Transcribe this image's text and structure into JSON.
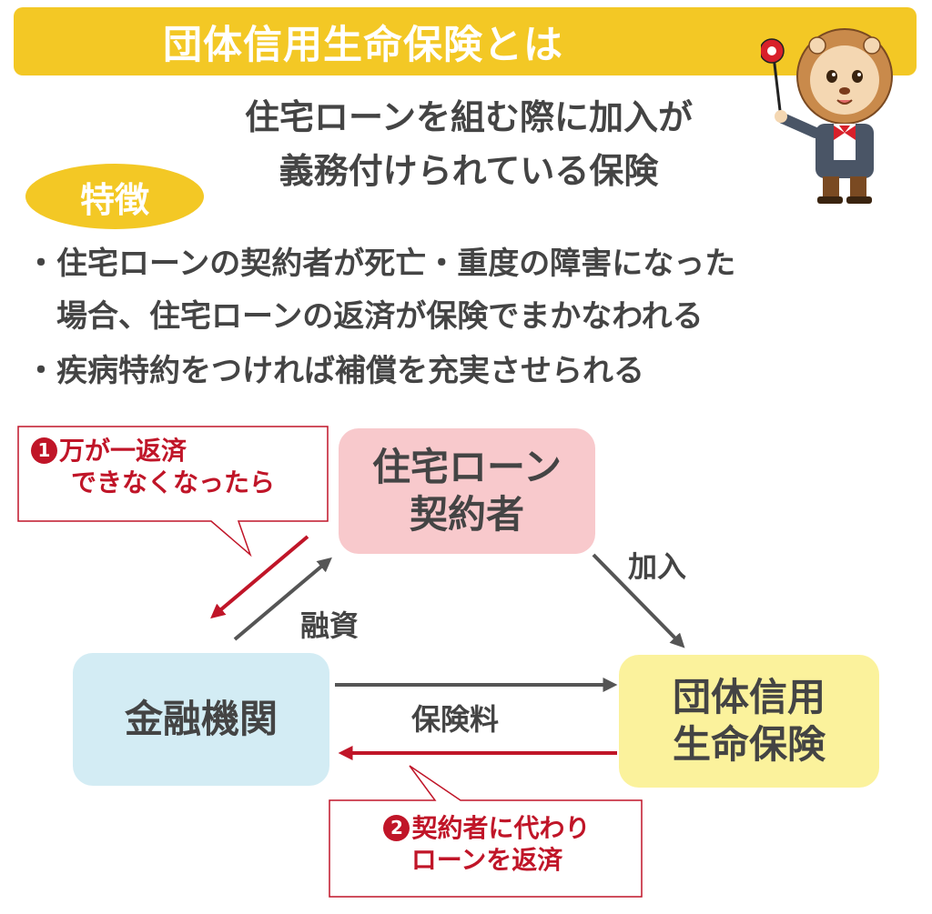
{
  "title": "団体信用生命保険とは",
  "subtitle": {
    "line1": "住宅ローンを組む際に加入が",
    "line2": "義務付けられている保険"
  },
  "feature_badge": "特徴",
  "bullets": {
    "b1_line1": "・住宅ローンの契約者が死亡・重度の障害になった",
    "b1_line2": "場合、住宅ローンの返済が保険でまかなわれる",
    "b2": "・疾病特約をつければ補償を充実させられる"
  },
  "nodes": {
    "borrower_line1": "住宅ローン",
    "borrower_line2": "契約者",
    "bank": "金融機関",
    "insurance_line1": "団体信用",
    "insurance_line2": "生命保険"
  },
  "callouts": {
    "c1_num": "1",
    "c1_line1": "万が一返済",
    "c1_line2": "できなくなったら",
    "c2_num": "2",
    "c2_line1": "契約者に代わり",
    "c2_line2": "ローンを返済"
  },
  "arrow_labels": {
    "join": "加入",
    "loan": "融資",
    "premium": "保険料"
  },
  "colors": {
    "accent_yellow": "#f3c825",
    "alert_red": "#c01528",
    "arrow_gray": "#555555",
    "borrower_fill": "#f8c9cc",
    "bank_fill": "#d3ecf4",
    "insurance_fill": "#fbf29c"
  },
  "icons": {
    "mascot": "lion-mascot-icon",
    "callout1_number": "circled-number-1-icon",
    "callout2_number": "circled-number-2-icon"
  }
}
